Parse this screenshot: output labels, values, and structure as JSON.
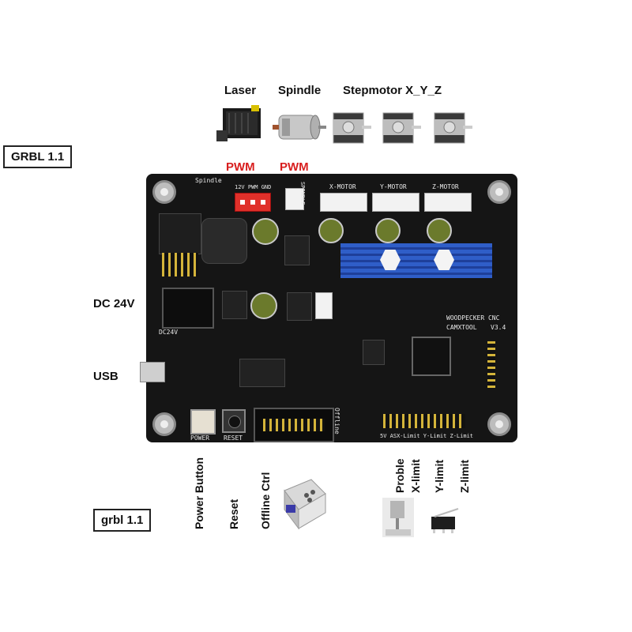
{
  "labels": {
    "grbl_top": "GRBL 1.1",
    "grbl_bottom": "grbl 1.1",
    "laser": "Laser",
    "spindle": "Spindle",
    "stepmotor": "Stepmotor X_Y_Z",
    "pwm_laser": "PWM",
    "pwm_spindle": "PWM",
    "dc": "DC 24V",
    "usb": "USB",
    "power_button": "Power Button",
    "reset": "Reset",
    "offline_ctrl": "Offline Ctrl",
    "proble": "Proble",
    "x_limit": "X-limit",
    "y_limit": "Y-limit",
    "z_limit": "Z-limit"
  },
  "silkscreen": {
    "spindle_hdr": "Spindle",
    "pwm_gnd": "12V PWM GND",
    "spindle_vert": "SPINDLE",
    "x_motor": "X-MOTOR",
    "y_motor": "Y-MOTOR",
    "z_motor": "Z-MOTOR",
    "brand1": "WOODPECKER CNC",
    "brand2": "CAMXTOOL",
    "version": "V3.4",
    "power": "POWER",
    "reset": "RESET",
    "offline": "Offline",
    "limits": "5V ASX-Limit Y-Limit Z-Limit",
    "dc24v": "DC24V"
  },
  "colors": {
    "pwm": "#d81e1e",
    "board": "#151515",
    "heatsink": "#2f5ec8",
    "laser_connector": "#e0302a"
  }
}
